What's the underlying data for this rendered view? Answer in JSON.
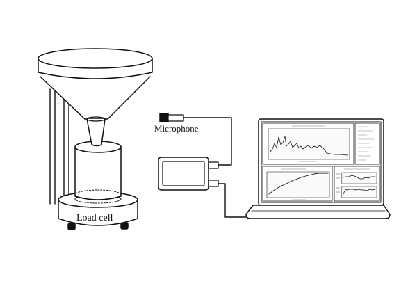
{
  "labels": {
    "microphone": "Microphone",
    "load_cell": "Load cell"
  },
  "colors": {
    "stroke": "#111111",
    "fill": "#ffffff",
    "screen_fill": "#f2f2f2",
    "plot_fill": "#fafafa"
  },
  "components": {
    "funnel": "funnel-drawing",
    "cup": "collection-cylinder",
    "base": "load-cell-base",
    "microphone": "microphone-icon",
    "interface": "signal-interface-box",
    "laptop": "laptop-drawing"
  }
}
